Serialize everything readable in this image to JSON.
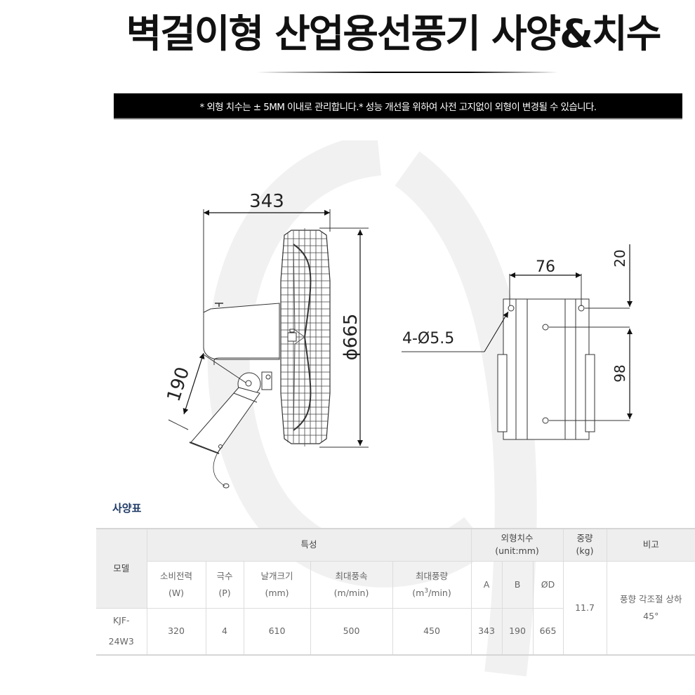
{
  "header": {
    "title": "벽걸이형 산업용선풍기 사양&치수"
  },
  "notice": {
    "text": "* 외형 치수는 ± 5MM 이내로 관리합니다.* 성능 개선을 위하여 사전 고지없이 외형이 변경될 수 있습니다."
  },
  "drawing": {
    "side_view": {
      "width_dim": "343",
      "diameter_dim": "ϕ665",
      "bracket_dim": "190"
    },
    "bracket_view": {
      "hole_spacing_dim": "76",
      "top_offset_dim": "20",
      "vertical_spacing_dim": "98",
      "hole_callout": "4-Ø5.5"
    }
  },
  "spec_section": {
    "label": "사양표"
  },
  "spec_table": {
    "headers": {
      "model": "모델",
      "characteristics": "특성",
      "dimensions_line1": "외형치수",
      "dimensions_line2": "(unit:mm)",
      "weight_line1": "중량",
      "weight_line2": "(kg)",
      "remarks": "비고"
    },
    "subheaders": [
      {
        "label": "소비전력",
        "unit": "(W)"
      },
      {
        "label": "극수",
        "unit": "(P)"
      },
      {
        "label": "날개크기",
        "unit": "(mm)"
      },
      {
        "label": "최대풍속",
        "unit": "(m/min)"
      },
      {
        "label": "최대풍량",
        "unit_prefix": "(m",
        "unit_sup": "3",
        "unit_suffix": "/min)"
      }
    ],
    "dim_subheaders": [
      "A",
      "B",
      "ØD"
    ],
    "rows": [
      {
        "model_line1": "KJF-",
        "model_line2": "24W3",
        "power": "320",
        "poles": "4",
        "blade": "610",
        "max_speed": "500",
        "max_volume": "450",
        "a": "343",
        "b": "190",
        "d": "665",
        "weight": "11.7",
        "remarks_line1": "풍향 각조절 상하",
        "remarks_line2": "45°"
      }
    ]
  }
}
